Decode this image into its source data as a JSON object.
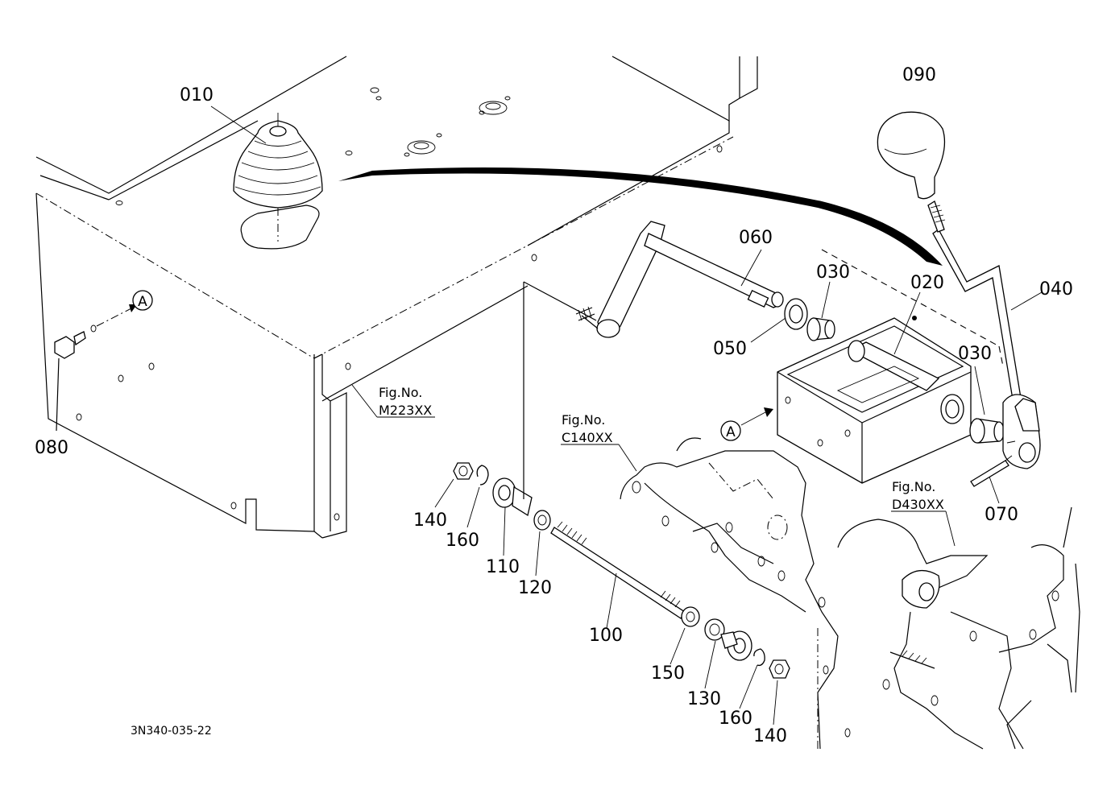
{
  "part_labels": {
    "p010": "010",
    "p020": "020",
    "p030a": "030",
    "p030b": "030",
    "p040": "040",
    "p050": "050",
    "p060": "060",
    "p070": "070",
    "p080": "080",
    "p090": "090",
    "p100": "100",
    "p110": "110",
    "p120": "120",
    "p130": "130",
    "p140a": "140",
    "p140b": "140",
    "p150": "150",
    "p160a": "160",
    "p160b": "160"
  },
  "figure_refs": {
    "m223": {
      "title": "Fig.No.",
      "code": "M223XX"
    },
    "c140": {
      "title": "Fig.No.",
      "code": "C140XX"
    },
    "d430": {
      "title": "Fig.No.",
      "code": "D430XX"
    }
  },
  "callouts": {
    "a1": "A",
    "a2": "A"
  },
  "drawing_code": "3N340-035-22"
}
